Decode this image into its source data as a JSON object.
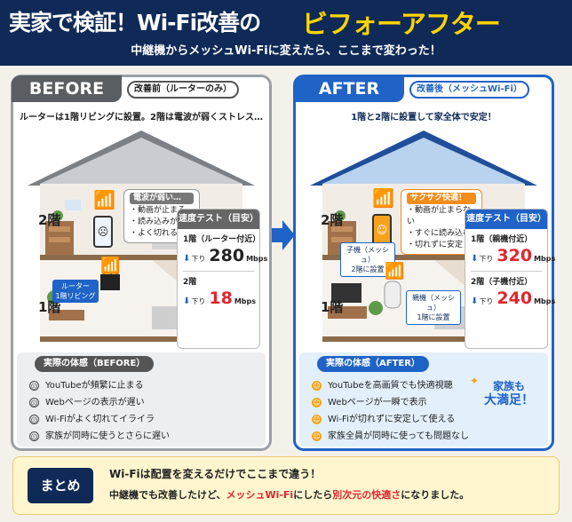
{
  "header": {
    "title": "実家で検証！Wi-Fi改善の",
    "title_accent": "ビフォーアフター",
    "subtitle": "中継機からメッシュWi-Fiに変えたら、ここまで変わった！"
  },
  "before": {
    "tag": "BEFORE",
    "subtag": "改善前（ルーターのみ）",
    "description": "ルーターは1階リビングに設置。2階は電波が弱くストレス…",
    "floor2": "2階",
    "floor1": "1階",
    "bubble_title": "電波が弱い…",
    "bubble_items": [
      "・動画が止まる",
      "・読み込みが遅い",
      "・よく切れる"
    ],
    "router_label_1": "ルーター",
    "router_label_2": "1階リビング",
    "speed": {
      "title": "速度テスト（目安）",
      "rows": [
        {
          "label": "1階（ルーター付近）",
          "dir": "下り",
          "value": "280",
          "unit": "Mbps"
        },
        {
          "label": "2階",
          "dir": "下り",
          "value": "18",
          "unit": "Mbps"
        }
      ]
    },
    "experience": {
      "title": "実際の体感（BEFORE）",
      "items": [
        "YouTubeが頻繁に止まる",
        "Webページの表示が遅い",
        "Wi-Fiがよく切れてイライラ",
        "家族が同時に使うとさらに遅い"
      ]
    }
  },
  "after": {
    "tag": "AFTER",
    "subtag": "改善後（メッシュWi-Fi）",
    "description": "1階と2階に設置して家全体で安定！",
    "floor2": "2階",
    "floor1": "1階",
    "bubble_title": "サクサク快適！",
    "bubble_items": [
      "・動画が止まらない",
      "・すぐに読み込む",
      "・切れずに安定"
    ],
    "child_label_1": "子機（メッシュ）",
    "child_label_2": "2階に設置",
    "parent_label_1": "親機（メッシュ）",
    "parent_label_2": "1階に設置",
    "speed": {
      "title": "速度テスト（目安）",
      "rows": [
        {
          "label": "1階（親機付近）",
          "dir": "下り",
          "value": "320",
          "unit": "Mbps"
        },
        {
          "label": "2階（子機付近）",
          "dir": "下り",
          "value": "240",
          "unit": "Mbps"
        }
      ]
    },
    "experience": {
      "title": "実際の体感（AFTER）",
      "items": [
        "YouTubeを高画質でも快適視聴",
        "Webページが一瞬で表示",
        "Wi-Fiが切れずに安定して使える",
        "家族全員が同時に使っても問題なし"
      ]
    },
    "family_1": "家族も",
    "family_2": "大満足！"
  },
  "summary": {
    "tag": "まとめ",
    "line1": "Wi-Fiは配置を変えるだけでここまで違う！",
    "line2_a": "中継機でも改善したけど、",
    "line2_b": "メッシュWi-Fi",
    "line2_c": "にしたら",
    "line2_d": "別次元の快適さ",
    "line2_e": "になりました。"
  },
  "colors": {
    "navy": "#0f2a57",
    "accent_yellow": "#ffd400",
    "after_blue": "#1f63c6",
    "speed_red": "#e0262f",
    "ok_orange": "#f5a21a"
  }
}
